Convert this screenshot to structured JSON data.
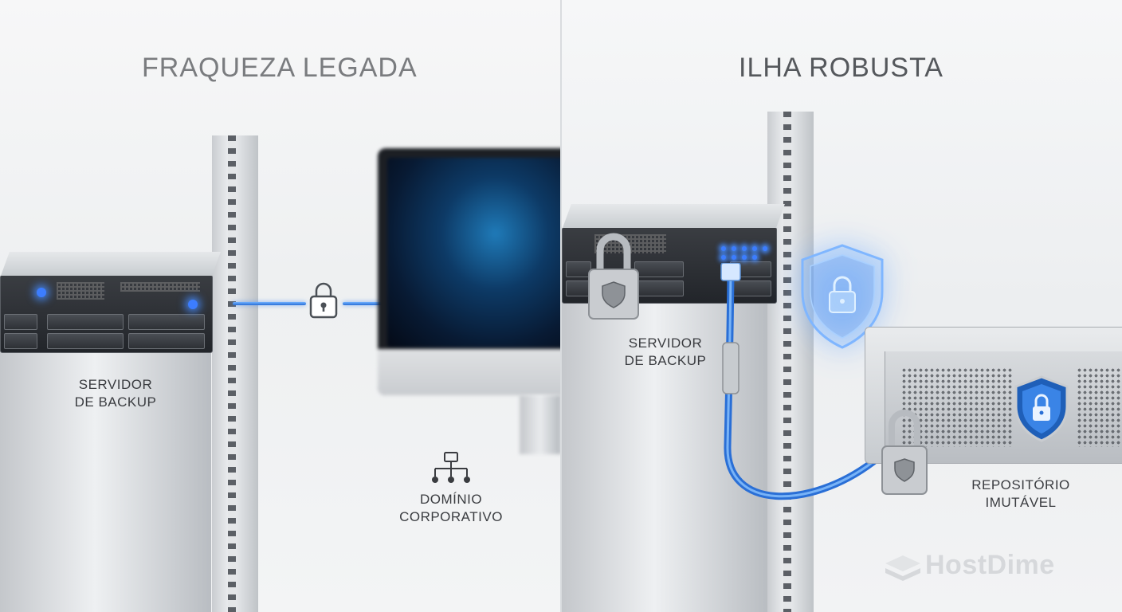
{
  "left_panel": {
    "title": "FRAQUEZA LEGADA",
    "server_label_line1": "SERVIDOR",
    "server_label_line2": "DE BACKUP",
    "domain_label_line1": "DOMÍNIO",
    "domain_label_line2": "CORPORATIVO"
  },
  "right_panel": {
    "title": "ILHA ROBUSTA",
    "server_label_line1": "SERVIDOR",
    "server_label_line2": "DE BACKUP",
    "repo_label_line1": "REPOSITÓRIO",
    "repo_label_line2": "IMUTÁVEL"
  },
  "brand": {
    "name": "HostDime"
  },
  "colors": {
    "accent_blue": "#2f7ae5",
    "text": "#3a3c40",
    "title_left": "#7a7c7f",
    "title_right": "#55585c"
  },
  "icons": [
    "lock-icon",
    "network-icon",
    "padlock-icon",
    "shield-lock-icon",
    "hostdime-logo-icon"
  ]
}
